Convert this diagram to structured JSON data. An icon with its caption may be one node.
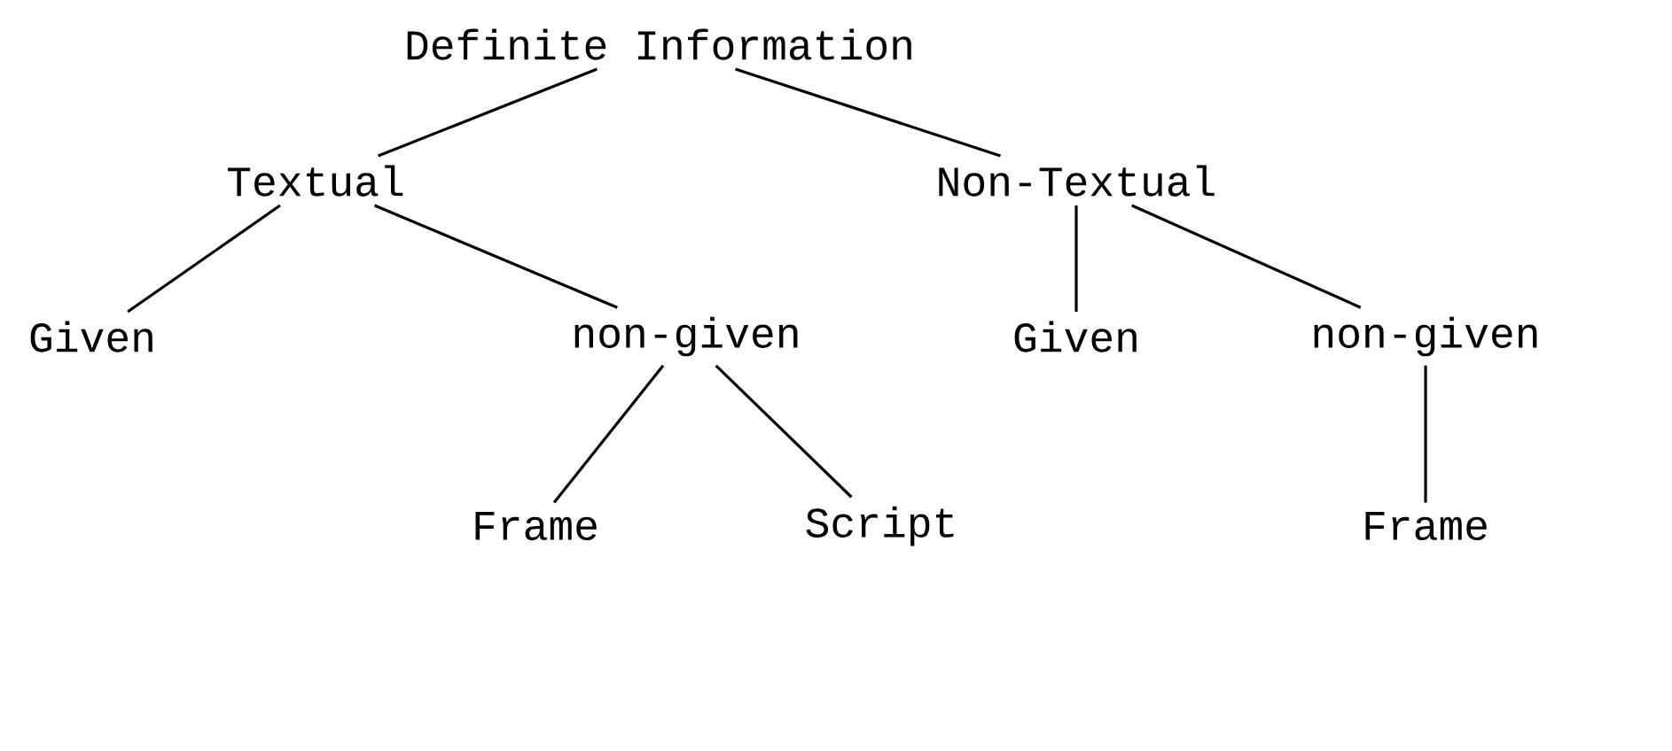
{
  "diagram": {
    "nodes": [
      {
        "text": [
          "Definite Information"
        ]
      },
      {
        "text": [
          "Textual"
        ]
      },
      {
        "text": [
          "Non-Textual"
        ]
      },
      {
        "text": [
          "Given"
        ]
      },
      {
        "text": [
          "non-given"
        ]
      },
      {
        "text": [
          "Given"
        ]
      },
      {
        "text": [
          "non-given"
        ]
      },
      {
        "text": [
          "Frame"
        ]
      },
      {
        "text": [
          "Script"
        ]
      },
      {
        "text": [
          "Frame"
        ]
      }
    ],
    "edges": [
      {
        "from": 0,
        "to": 1,
        "arrow": "none"
      },
      {
        "from": 0,
        "to": 2,
        "arrow": "none"
      },
      {
        "from": 1,
        "to": 3,
        "arrow": "none"
      },
      {
        "from": 1,
        "to": 4,
        "arrow": "none"
      },
      {
        "from": 2,
        "to": 5,
        "arrow": "none"
      },
      {
        "from": 2,
        "to": 6,
        "arrow": "none"
      },
      {
        "from": 4,
        "to": 7,
        "arrow": "none"
      },
      {
        "from": 4,
        "to": 8,
        "arrow": "none"
      },
      {
        "from": 6,
        "to": 9,
        "arrow": "none"
      }
    ]
  }
}
